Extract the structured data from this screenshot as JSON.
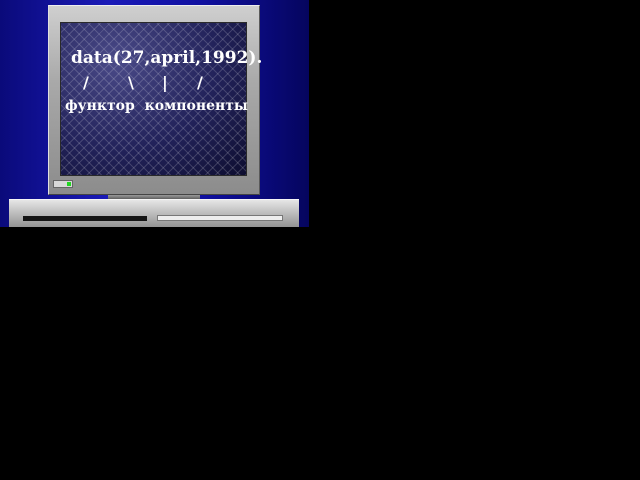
{
  "screen": {
    "code": "data(27,april,1992).",
    "connectors": [
      "/",
      "\\",
      "|",
      "/"
    ],
    "labels": {
      "functor": "функтор",
      "components": "компоненты"
    }
  },
  "colors": {
    "background": "#000000",
    "slide_background": "#1a1ab8",
    "bezel": "#a9a9a9",
    "text": "#ffffff",
    "power_led": "#22d822"
  },
  "icons": [
    "power-led-icon"
  ]
}
